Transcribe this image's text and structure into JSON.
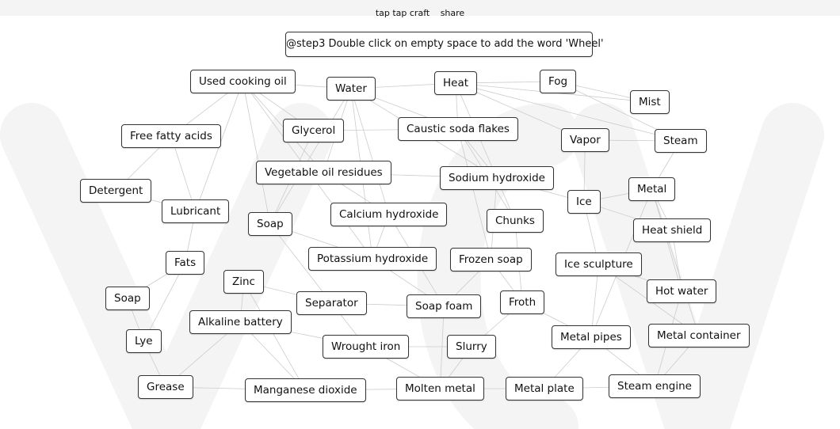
{
  "header": {
    "app_title": "tap tap craft",
    "share_label": "share"
  },
  "instruction": "@step3 Double click on empty space to add the word 'Wheel'",
  "words": [
    "Used cooking oil",
    "Water",
    "Heat",
    "Fog",
    "Mist",
    "Free fatty acids",
    "Glycerol",
    "Caustic soda flakes",
    "Vapor",
    "Steam",
    "Vegetable oil residues",
    "Sodium hydroxide",
    "Detergent",
    "Metal",
    "Lubricant",
    "Ice",
    "Soap",
    "Calcium hydroxide",
    "Chunks",
    "Heat shield",
    "Fats",
    "Potassium hydroxide",
    "Frozen soap",
    "Ice sculpture",
    "Zinc",
    "Soap",
    "Hot water",
    "Separator",
    "Soap foam",
    "Froth",
    "Alkaline battery",
    "Metal container",
    "Metal pipes",
    "Lye",
    "Wrought iron",
    "Slurry",
    "Grease",
    "Manganese dioxide",
    "Molten metal",
    "Metal plate",
    "Steam engine"
  ],
  "colors": {
    "background": "#ffffff",
    "node_border": "#333333",
    "link_line": "#cccccc",
    "watermark": "#f4f4f4"
  }
}
